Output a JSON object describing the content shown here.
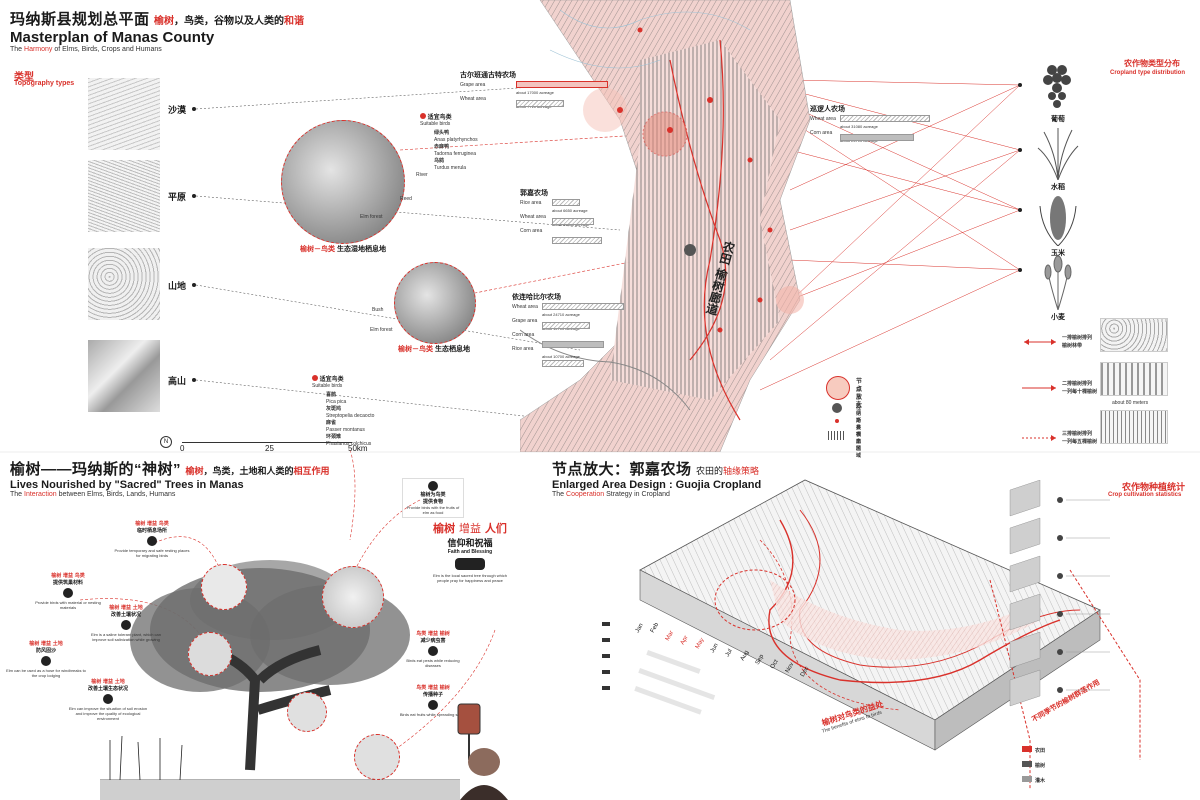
{
  "top_left": {
    "title_cn": "玛纳斯县规划总平面",
    "title_red1": "榆树",
    "title_mid": "，鸟类，谷物以及人类的",
    "title_red2": "和谐",
    "title_en": "Masterplan of Manas County",
    "subtitle_pre": "The ",
    "subtitle_red": "Harmony",
    "subtitle_post": " of Elms, Birds, Crops and Humans",
    "types_cn": "类型",
    "types_en": "Topography types",
    "terrain": [
      "沙漠",
      "平原",
      "山地",
      "高山"
    ],
    "circle1_title_red": "榆树－鸟类",
    "circle1_title": "生态湿地栖息地",
    "circle2_title_red": "榆树－鸟类",
    "circle2_title": "生态栖息地",
    "birds1_cn": "适宜鸟类",
    "birds1_en": "Suitable birds",
    "birds1": [
      {
        "cn": "绿头鸭",
        "en": "Anas platyrhynchos"
      },
      {
        "cn": "赤麻鸭",
        "en": "Tadorna ferruginea"
      },
      {
        "cn": "乌鸫",
        "en": "Turdus merula"
      }
    ],
    "birds2_cn": "适宜鸟类",
    "birds2_en": "Suitable birds",
    "birds2": [
      {
        "cn": "喜鹊",
        "en": "Pica pica"
      },
      {
        "cn": "灰斑鸠",
        "en": "Streptopelia decaocto"
      },
      {
        "cn": "麻雀",
        "en": "Passer montanus"
      },
      {
        "cn": "环颈雉",
        "en": "Phasianus colchicus"
      }
    ],
    "labels": {
      "river": "River",
      "reed": "Reed",
      "elm_forest": "Elm forest",
      "bush": "Bush",
      "elm_forest2": "Elm forest"
    },
    "scale": {
      "n": "N",
      "s0": "0",
      "s25": "25",
      "s50": "50km"
    }
  },
  "farms": [
    {
      "name": "古尔班通古特农场",
      "rows": [
        {
          "label": "Grape area",
          "note": "about 17000 acreage"
        },
        {
          "label": "Wheat area",
          "note": "about 7710 acreage"
        }
      ]
    },
    {
      "name": "巡逻人农场",
      "rows": [
        {
          "label": "Wheat area",
          "note": "about 31080 acreage"
        },
        {
          "label": "Corn area",
          "note": "about 24710 acreage"
        }
      ]
    },
    {
      "name": "郭嘉农场",
      "rows": [
        {
          "label": "Rice area",
          "note": "about 6650 acreage"
        },
        {
          "label": "Wheat area",
          "note": "about 11580 acreage"
        },
        {
          "label": "Corn area",
          "note": "about 14000 acreage"
        }
      ]
    },
    {
      "name": "依连哈比尔农场",
      "rows": [
        {
          "label": "Wheat area",
          "note": "about 24710 acreage"
        },
        {
          "label": "Grape area",
          "note": "about 12700 acreage"
        },
        {
          "label": "Corn area",
          "note": "about 17720 acreage"
        },
        {
          "label": "Rice area",
          "note": "about 10700 acreage"
        }
      ]
    }
  ],
  "map_label": "农田 榆树廊道",
  "crops": {
    "title_cn": "农作物类型分布",
    "title_en": "Cropland type distribution",
    "items": [
      "葡萄",
      "水稻",
      "玉米",
      "小麦"
    ]
  },
  "legend": [
    {
      "cn": "节点放大",
      "sub": "郭嘉农场"
    },
    {
      "cn": "玛纳斯县"
    },
    {
      "cn": "鸟类栖息地"
    },
    {
      "cn": "农田区域"
    }
  ],
  "patterns": [
    {
      "cn": "一排榆树排列",
      "sub": "榆树林带"
    },
    {
      "cn": "二排榆树排列",
      "sub": "一列每十棵榆树"
    },
    {
      "cn": "三排榆树排列",
      "sub": "一列每五棵榆树"
    }
  ],
  "pattern_note": "about 80 meters",
  "bottom_left": {
    "title_cn1": "榆树——玛纳斯的“",
    "title_cn_bold": "神树",
    "title_cn2": "”",
    "title_red": "榆树",
    "title_mid": "，鸟类，土地和人类的",
    "title_red2": "相互作用",
    "title_en": "Lives Nourished by \"Sacred\" Trees in Manas",
    "subtitle_pre": "The ",
    "subtitle_red": "Interaction",
    "subtitle_post": " between Elms, Birds, Lands, Humans",
    "main_red1": "榆树",
    "main_red2": "增益",
    "main_red3": "人们",
    "faith_cn": "信仰和祝福",
    "faith_en": "Faith and Blessing",
    "faith_desc": "Elm is the local sacred tree through which people pray for happiness and peace",
    "corner_cn": "榆树为鸟类",
    "corner_cn2": "提供食物",
    "corner_desc": "Provide birds with the fruits of elm as food",
    "items": [
      {
        "red": "榆树 增益 鸟类",
        "cn": "临时栖息场所",
        "desc": "Provide temporary and safe resting places for migrating birds"
      },
      {
        "red": "榆树 增益 鸟类",
        "cn": "提供筑巢材料",
        "desc": "Provide birds with material or nesting materials"
      },
      {
        "red": "榆树 增益 土地",
        "cn": "改善土壤状况",
        "desc": "Elm is a saline tolerant plant, which can improve soil salinization while growing"
      },
      {
        "red": "榆树 增益 土地",
        "cn": "防风固沙",
        "desc": "Elm can be used as a hose for windbreaks to the crop lodging"
      },
      {
        "red": "榆树 增益 土地",
        "cn": "改善土壤生态状况",
        "desc": "Elm can improve the situation of soil erosion and improve the quality of ecological environment"
      },
      {
        "red": "鸟类 增益 榆树",
        "cn": "减少病虫害",
        "desc": "Birds eat pests while reducing diseases"
      },
      {
        "red": "鸟类 增益 榆树",
        "cn": "传播种子",
        "desc": "Birds eat fruits while spreading seeds"
      }
    ]
  },
  "bottom_right": {
    "title_cn": "节点放大：郭嘉农场",
    "title_tail": "农田的",
    "title_red": "轴缘策略",
    "title_en": "Enlarged Area Design : Guojia Cropland",
    "subtitle_pre": "The ",
    "subtitle_red": "Cooperation",
    "subtitle_post": " Strategy in Cropland",
    "months": [
      "Jan",
      "Feb",
      "Mar",
      "Apr",
      "May",
      "Jun",
      "Jul",
      "Aug",
      "Sep",
      "Oct",
      "Nov",
      "Dec"
    ],
    "stats_cn": "农作物种植统计",
    "stats_en": "Crop cultivation statistics",
    "birds_label_red": "榆树对鸟类的益处",
    "birds_label_en": "The benefits of elms to birds",
    "crop_label_red": "不同季节的榆树群落作用",
    "legend_small": [
      "农田",
      "榆树",
      "灌木"
    ]
  }
}
